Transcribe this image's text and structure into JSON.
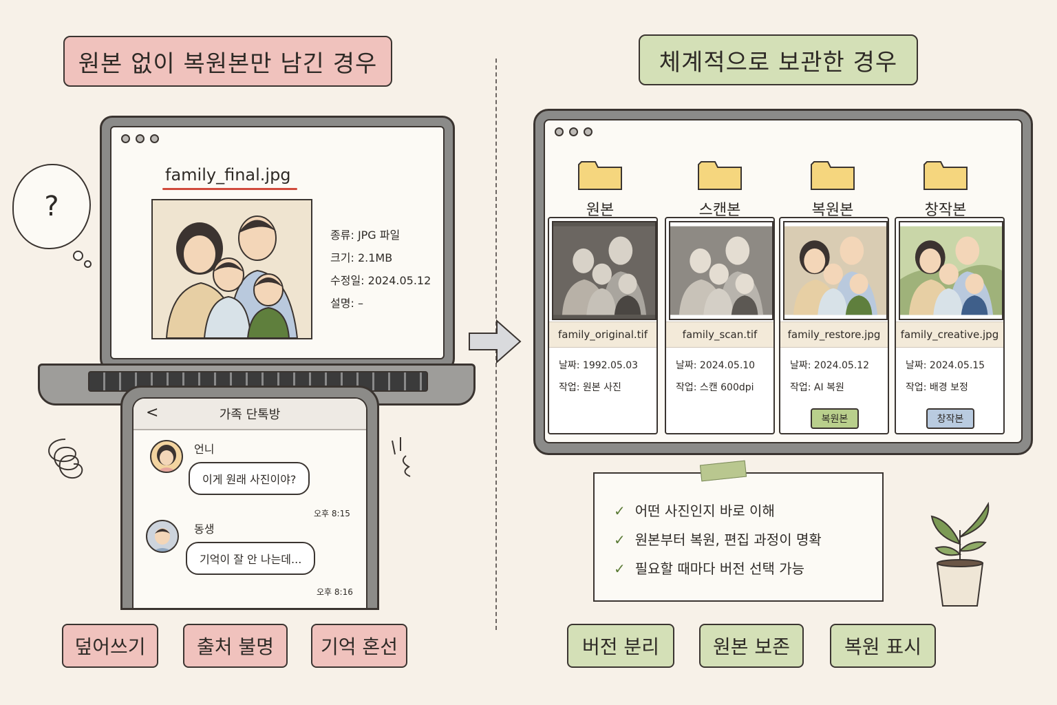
{
  "left": {
    "title": "원본 없이 복원본만 남긴 경우",
    "laptop": {
      "filename": "family_final.jpg",
      "info": [
        {
          "label": "종류:",
          "value": "JPG 파일"
        },
        {
          "label": "크기:",
          "value": "2.1MB"
        },
        {
          "label": "수정일:",
          "value": "2024.05.12"
        },
        {
          "label": "설명:",
          "value": "–"
        }
      ]
    },
    "thought": "?",
    "chat": {
      "title": "가족 단톡방",
      "back": "<",
      "messages": [
        {
          "sender": "언니",
          "text": "이게 원래 사진이야?",
          "time": "오후 8:15"
        },
        {
          "sender": "동생",
          "text": "기억이 잘 안 나는데...",
          "time": "오후 8:16"
        }
      ]
    },
    "tags": [
      "덮어쓰기",
      "출처 불명",
      "기억 혼선"
    ]
  },
  "right": {
    "title": "체계적으로 보관한 경우",
    "folders": [
      {
        "label": "원본",
        "file": "family_original.tif",
        "date": "날짜: 1992.05.03",
        "task": "작업: 원본 사진",
        "badge": ""
      },
      {
        "label": "스캔본",
        "file": "family_scan.tif",
        "date": "날짜: 2024.05.10",
        "task": "작업: 스캔 600dpi",
        "badge": ""
      },
      {
        "label": "복원본",
        "file": "family_restore.jpg",
        "date": "날짜: 2024.05.12",
        "task": "작업: AI 복원",
        "badge": "복원본"
      },
      {
        "label": "창작본",
        "file": "family_creative.jpg",
        "date": "날짜: 2024.05.15",
        "task": "작업: 배경 보정",
        "badge": "창작본"
      }
    ],
    "checklist": [
      "어떤 사진인지 바로 이해",
      "원본부터 복원, 편집 과정이 명확",
      "필요할 때마다 버전 선택 가능"
    ],
    "tags": [
      "버전 분리",
      "원본 보존",
      "복원 표시"
    ]
  },
  "colors": {
    "red_tag": "#f0c2bd",
    "green_tag": "#d4e0b7",
    "folder": "#f5d67e",
    "restore_badge": "#b9cf8c",
    "creative_badge": "#b9cbe0"
  }
}
